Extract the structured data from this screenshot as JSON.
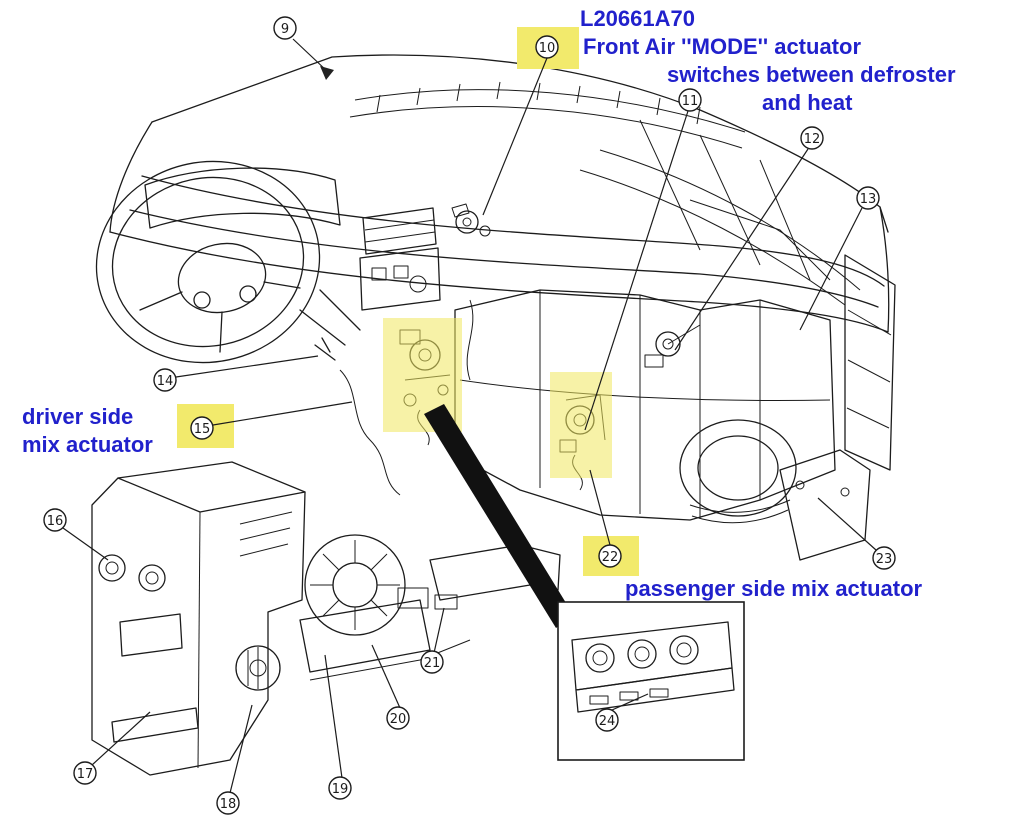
{
  "figure": {
    "type": "exploded-parts-diagram",
    "subject": "dashboard HVAC actuator locations",
    "background": "#ffffff",
    "line_color": "#1c1c1c",
    "highlight_color": "#f2ea6c",
    "annotation_color": "#2121cc"
  },
  "annotations": {
    "part_code": "L20661A70",
    "mode_line1": "Front Air ''MODE'' actuator",
    "mode_line2": "switches between defroster",
    "mode_line3": "and heat",
    "driver_line1": "driver side",
    "driver_line2": "mix actuator",
    "passenger_label": "passenger side mix actuator"
  },
  "callouts": [
    {
      "n": "9",
      "highlighted": false
    },
    {
      "n": "10",
      "highlighted": true
    },
    {
      "n": "11",
      "highlighted": false
    },
    {
      "n": "12",
      "highlighted": false
    },
    {
      "n": "13",
      "highlighted": false
    },
    {
      "n": "14",
      "highlighted": false
    },
    {
      "n": "15",
      "highlighted": true
    },
    {
      "n": "16",
      "highlighted": false
    },
    {
      "n": "17",
      "highlighted": false
    },
    {
      "n": "18",
      "highlighted": false
    },
    {
      "n": "19",
      "highlighted": false
    },
    {
      "n": "20",
      "highlighted": false
    },
    {
      "n": "21",
      "highlighted": false
    },
    {
      "n": "22",
      "highlighted": true
    },
    {
      "n": "23",
      "highlighted": false
    },
    {
      "n": "24",
      "highlighted": false
    }
  ]
}
